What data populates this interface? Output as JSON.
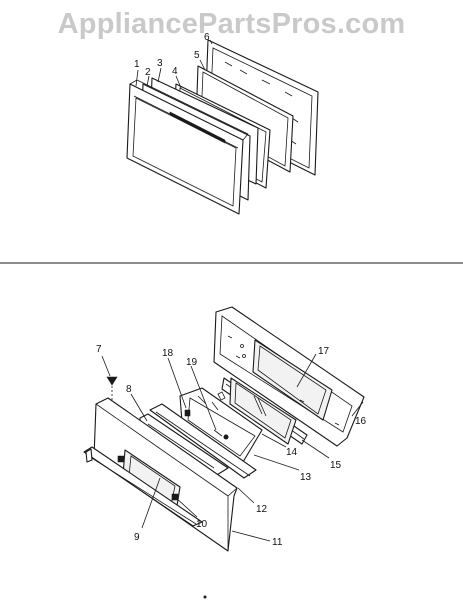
{
  "watermark": "AppliancePartsPros.com",
  "top_assembly": {
    "labels": [
      "1",
      "2",
      "3",
      "4",
      "5",
      "6"
    ]
  },
  "bottom_assembly": {
    "labels": [
      "7",
      "8",
      "9",
      "10",
      "11",
      "12",
      "13",
      "14",
      "15",
      "16",
      "17",
      "18",
      "19"
    ]
  },
  "colors": {
    "line": "#1a1a1a",
    "watermark": "#c9c9c9",
    "background": "#ffffff"
  }
}
